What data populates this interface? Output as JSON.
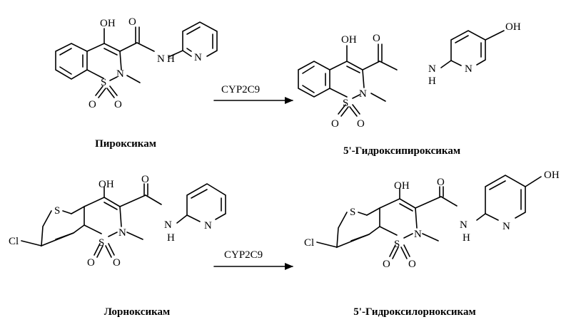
{
  "reactions": [
    {
      "substrate": {
        "name": "Пироксикам"
      },
      "enzyme": "CYP2C9",
      "product": {
        "name": "5'-Гидроксипироксикам"
      }
    },
    {
      "substrate": {
        "name": "Лорноксикам"
      },
      "enzyme": "CYP2C9",
      "product": {
        "name": "5'-Гидроксилорноксикам"
      }
    }
  ],
  "atoms": {
    "oh": "OH",
    "o": "O",
    "n": "N",
    "h": "H",
    "s": "S",
    "cl": "Cl"
  }
}
